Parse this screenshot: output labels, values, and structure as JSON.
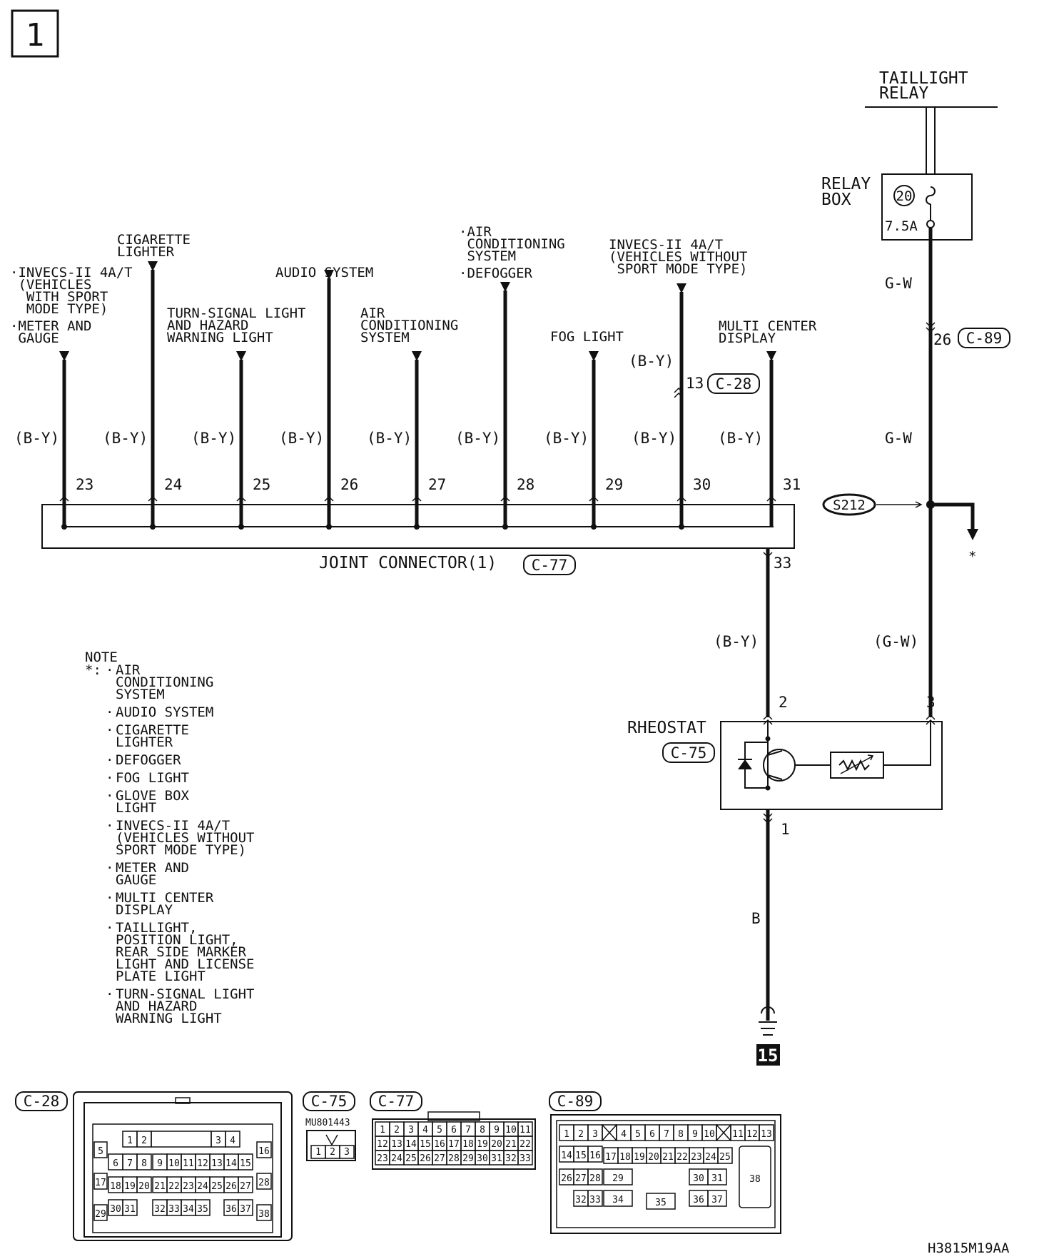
{
  "page": {
    "section_number": "1",
    "figure_code": "H3815M19AA"
  },
  "taillight_relay": {
    "label_line1": "TAILLIGHT",
    "label_line2": "RELAY"
  },
  "relay_box": {
    "label_line1": "RELAY",
    "label_line2": "BOX",
    "fuse_number": "20",
    "fuse_rating": "7.5A"
  },
  "right_wire": {
    "color_top": "G-W",
    "pin_top": "26",
    "connector_top": "C-89",
    "color_mid": "G-W",
    "splice": "S212",
    "branch_mark": "*",
    "color_lower": "(G-W)"
  },
  "joint_connector": {
    "label": "JOINT CONNECTOR(1)",
    "code": "C-77",
    "output_pin": "33",
    "output_color": "(B-Y)"
  },
  "branches": [
    {
      "pin": "23",
      "color": "(B-Y)",
      "dest": [
        "·INVECS-II 4A/T",
        " (VEHICLES",
        "  WITH SPORT",
        "  MODE TYPE)",
        "·METER AND",
        " GAUGE"
      ]
    },
    {
      "pin": "24",
      "color": "(B-Y)",
      "dest": [
        "CIGARETTE",
        "LIGHTER"
      ]
    },
    {
      "pin": "25",
      "color": "(B-Y)",
      "dest": [
        "TURN-SIGNAL LIGHT",
        "AND HAZARD",
        "WARNING LIGHT"
      ]
    },
    {
      "pin": "26",
      "color": "(B-Y)",
      "dest": [
        "AUDIO SYSTEM"
      ]
    },
    {
      "pin": "27",
      "color": "(B-Y)",
      "dest": [
        "AIR",
        "CONDITIONING",
        "SYSTEM"
      ]
    },
    {
      "pin": "28",
      "color": "(B-Y)",
      "dest": [
        "·AIR",
        " CONDITIONING",
        " SYSTEM",
        "·DEFOGGER"
      ]
    },
    {
      "pin": "29",
      "color": "(B-Y)",
      "dest": [
        "FOG LIGHT"
      ]
    },
    {
      "pin": "30",
      "color": "(B-Y)",
      "dest": [
        "INVECS-II 4A/T",
        "(VEHICLES WITHOUT",
        " SPORT MODE TYPE)"
      ],
      "upper_color": "(B-Y)",
      "upper_pin": "13",
      "upper_connector": "C-28"
    },
    {
      "pin": "31",
      "color": "(B-Y)",
      "dest": [
        "MULTI CENTER",
        "DISPLAY"
      ]
    }
  ],
  "rheostat": {
    "label": "RHEOSTAT",
    "code": "C-75",
    "pin_in": "2",
    "pin_supply": "3",
    "pin_ground": "1",
    "ground_wire_color": "B",
    "ground_point": "15"
  },
  "note": {
    "title": "NOTE",
    "prefix": "*:",
    "items": [
      [
        "AIR",
        "CONDITIONING",
        "SYSTEM"
      ],
      [
        "AUDIO SYSTEM"
      ],
      [
        "CIGARETTE",
        "LIGHTER"
      ],
      [
        "DEFOGGER"
      ],
      [
        "FOG LIGHT"
      ],
      [
        "GLOVE BOX",
        "LIGHT"
      ],
      [
        "INVECS-II 4A/T",
        "(VEHICLES WITHOUT",
        " SPORT MODE TYPE)"
      ],
      [
        "METER AND",
        "GAUGE"
      ],
      [
        "MULTI CENTER",
        "DISPLAY"
      ],
      [
        "TAILLIGHT,",
        "POSITION LIGHT,",
        "REAR SIDE MARKER",
        "LIGHT AND LICENSE",
        "PLATE LIGHT"
      ],
      [
        "TURN-SIGNAL LIGHT",
        "AND HAZARD",
        "WARNING LIGHT"
      ]
    ]
  },
  "connectors": {
    "c28": {
      "code": "C-28",
      "row1": [
        "1",
        "2",
        "3",
        "4"
      ],
      "row2": [
        "6",
        "7",
        "8",
        "9",
        "10",
        "11",
        "12",
        "13",
        "14",
        "15"
      ],
      "row3": [
        "18",
        "19",
        "20",
        "21",
        "22",
        "23",
        "24",
        "25",
        "26",
        "27"
      ],
      "row4": [
        "30",
        "31",
        "32",
        "33",
        "34",
        "35",
        "36",
        "37"
      ],
      "left_col": [
        "5",
        "17",
        "29"
      ],
      "right_col": [
        "16",
        "28",
        "38"
      ]
    },
    "c75": {
      "code": "C-75",
      "part_no": "MU801443",
      "pins": [
        "1",
        "2",
        "3"
      ]
    },
    "c77": {
      "code": "C-77",
      "row1": [
        "1",
        "2",
        "3",
        "4",
        "5",
        "6",
        "7",
        "8",
        "9",
        "10",
        "11"
      ],
      "row2": [
        "12",
        "13",
        "14",
        "15",
        "16",
        "17",
        "18",
        "19",
        "20",
        "21",
        "22"
      ],
      "row3": [
        "23",
        "24",
        "25",
        "26",
        "27",
        "28",
        "29",
        "30",
        "31",
        "32",
        "33"
      ]
    },
    "c89": {
      "code": "C-89",
      "row1": [
        "1",
        "2",
        "3",
        "",
        "4",
        "5",
        "6",
        "7",
        "8",
        "9",
        "10",
        "",
        "11",
        "12",
        "13"
      ],
      "row2": [
        "14",
        "15",
        "16",
        "17",
        "18",
        "19",
        "20",
        "21",
        "22",
        "23",
        "24",
        "25"
      ],
      "row3": [
        "26",
        "27",
        "28",
        "29",
        "30",
        "31"
      ],
      "row4": [
        "32",
        "33",
        "34",
        "35",
        "36",
        "37"
      ],
      "big_pin": "38"
    }
  }
}
